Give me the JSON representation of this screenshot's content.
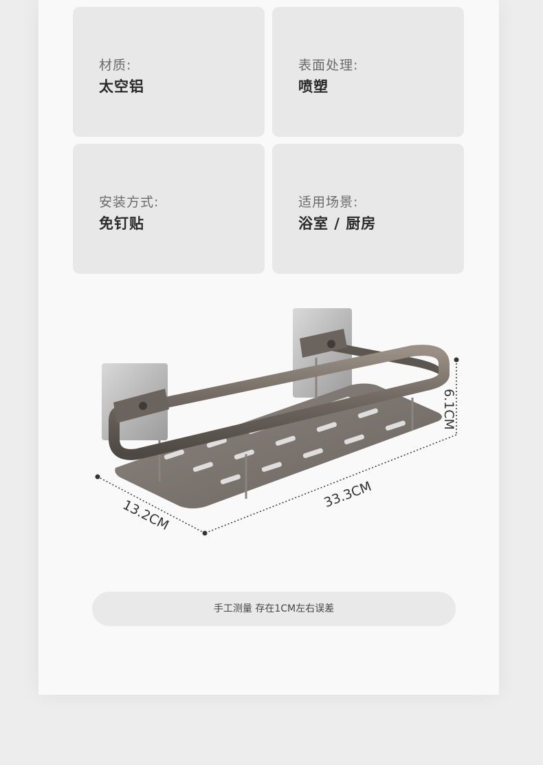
{
  "specs": [
    {
      "label": "材质:",
      "value": "太空铝"
    },
    {
      "label": "表面处理:",
      "value": "喷塑"
    },
    {
      "label": "安装方式:",
      "value": "免钉贴"
    },
    {
      "label": "适用场景:",
      "value": "浴室 / 厨房"
    }
  ],
  "dimensions": {
    "height": "6.1CM",
    "length": "33.3CM",
    "depth": "13.2CM"
  },
  "note": "手工测量 存在1CM左右误差"
}
